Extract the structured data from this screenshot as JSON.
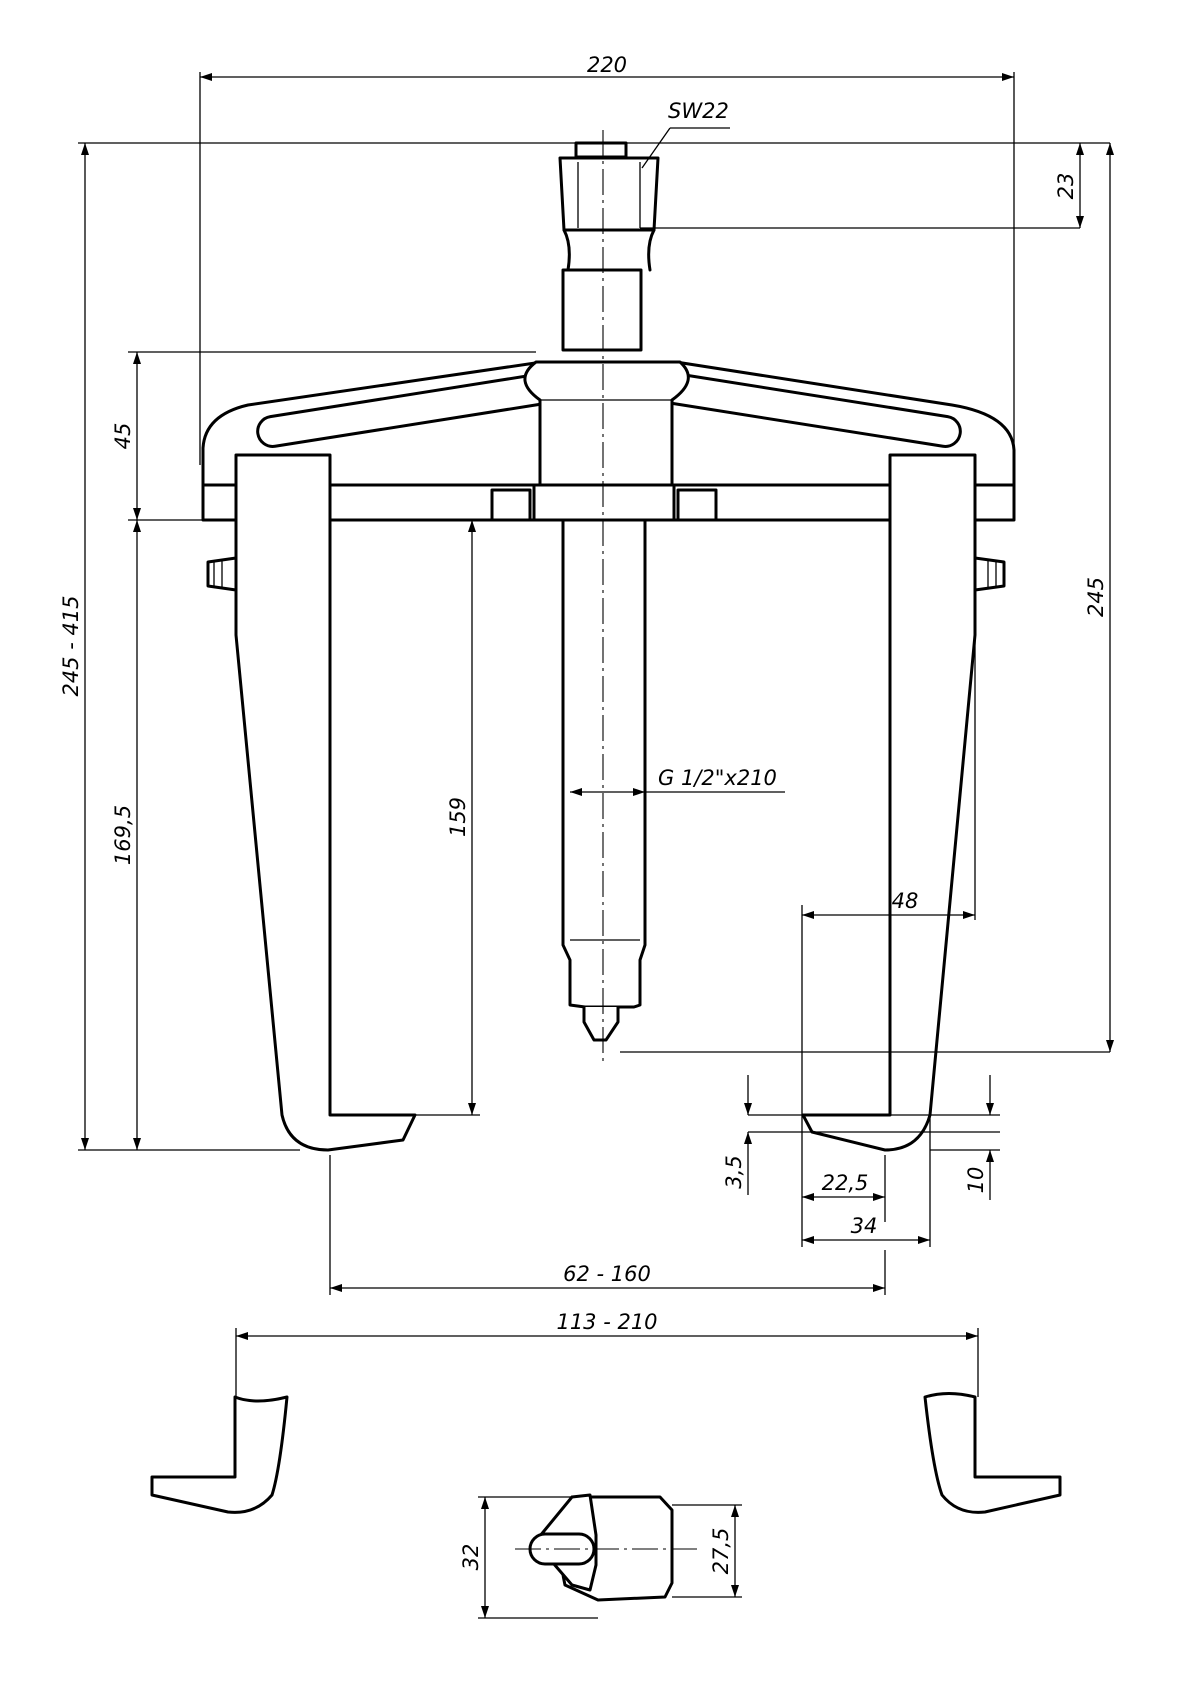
{
  "dimensions": {
    "overall_width": "220",
    "nut_size": "SW22",
    "nut_height": "23",
    "total_height_range": "245 - 415",
    "spindle_height": "245",
    "beam_height": "45",
    "arm_length": "169,5",
    "reach_depth": "159",
    "spindle_thread": "G 1/2\"x210",
    "jaw_width": "48",
    "claw_thickness": "3,5",
    "claw_height": "10",
    "claw_depth": "22,5",
    "foot_width": "34",
    "span_inner": "62 - 160",
    "span_outer": "113 - 210",
    "jaw_size": "32",
    "jaw_size_inner": "27,5"
  }
}
